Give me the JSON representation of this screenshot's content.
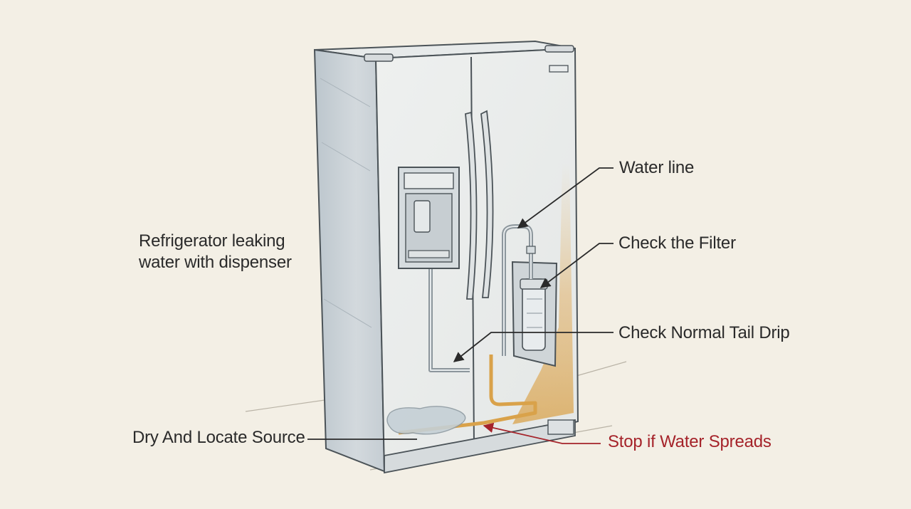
{
  "title": {
    "line1": "Refrigerator leaking",
    "line2": "water with dispenser"
  },
  "callouts": {
    "water_line": "Water line",
    "check_filter": "Check the Filter",
    "check_tail_drip": "Check Normal Tail Drip",
    "dry_locate": "Dry And Locate Source",
    "stop_spreads": "Stop if Water Spreads"
  },
  "colors": {
    "background": "#f3efe5",
    "ink": "#2a2a2a",
    "warning": "#a5232a",
    "leak_trace": "#d9a24a",
    "fridge_steel": "#dfe3e6"
  },
  "icons": [
    "refrigerator-illustration",
    "water-filter-icon",
    "water-puddle-icon"
  ]
}
